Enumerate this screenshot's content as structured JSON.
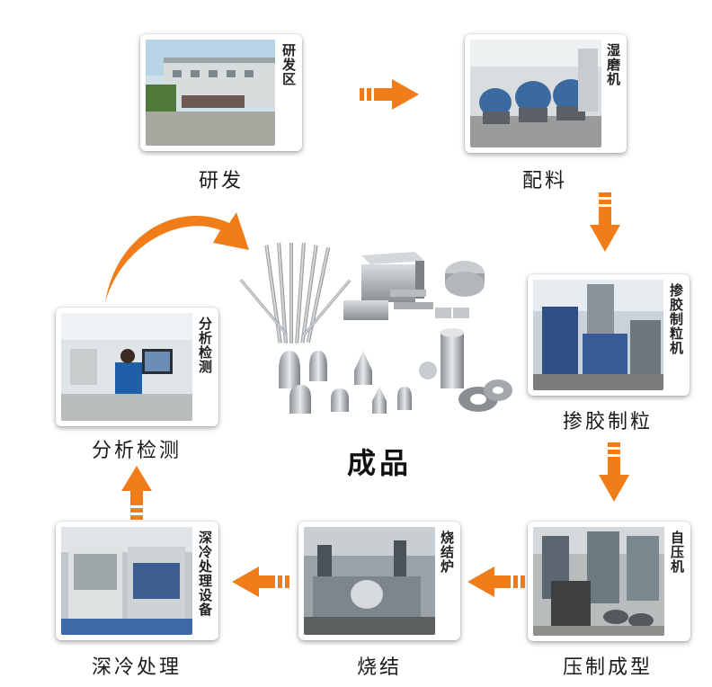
{
  "center": {
    "title": "成品"
  },
  "steps": [
    {
      "id": "rd",
      "photo_label": "研发区",
      "caption": "研发"
    },
    {
      "id": "mix",
      "photo_label": "湿磨机",
      "caption": "配料"
    },
    {
      "id": "gran",
      "photo_label": "掺胶制粒机",
      "caption": "掺胶制粒"
    },
    {
      "id": "press",
      "photo_label": "自压机",
      "caption": "压制成型"
    },
    {
      "id": "sinter",
      "photo_label": "烧结炉",
      "caption": "烧结"
    },
    {
      "id": "cryo",
      "photo_label": "深冷处理设备",
      "caption": "深冷处理"
    },
    {
      "id": "test",
      "photo_label": "分析检测",
      "caption": "分析检测"
    }
  ],
  "colors": {
    "arrow": "#f07d1a",
    "arrow_light": "#f5a04a"
  },
  "icons": {
    "arrow": "orange-arrow-icon"
  }
}
